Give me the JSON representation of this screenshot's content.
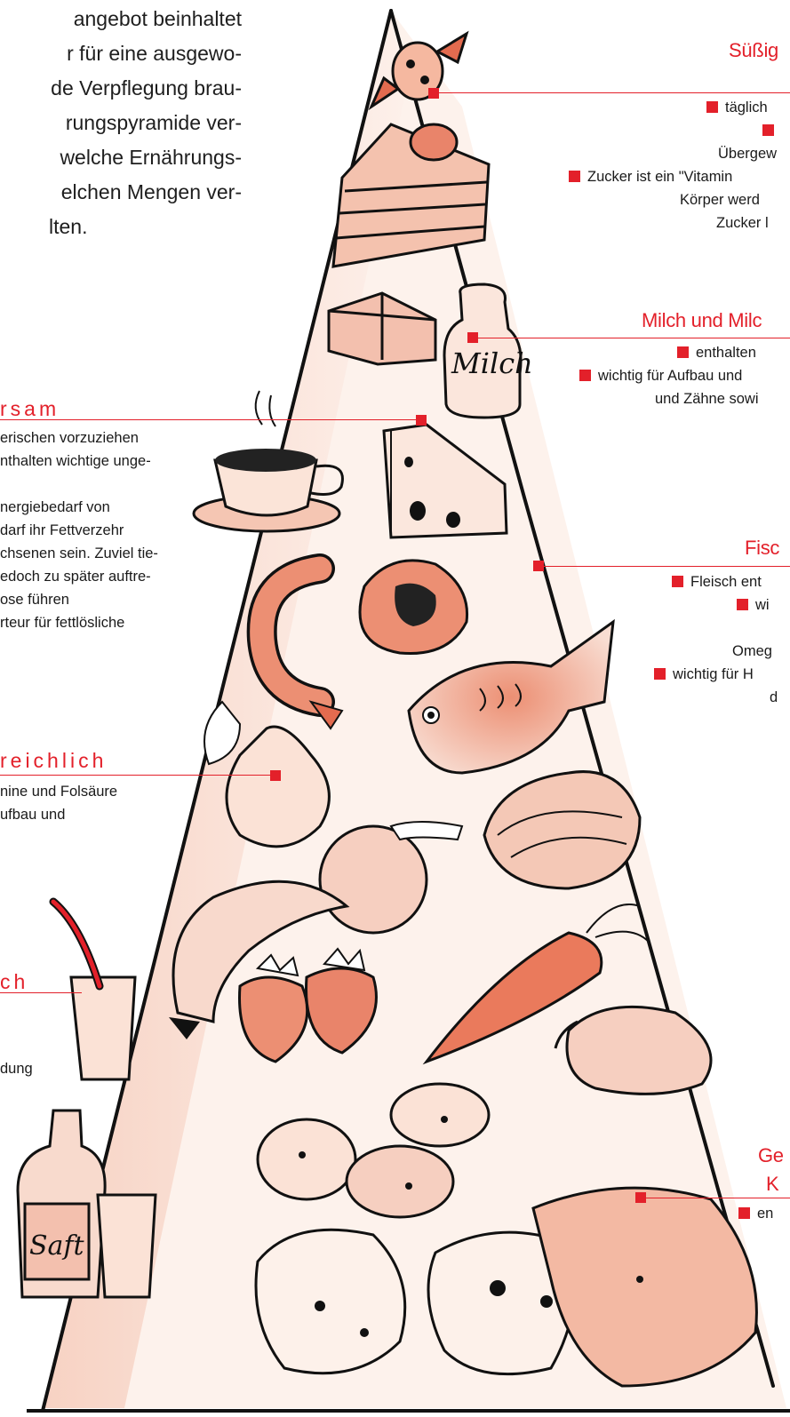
{
  "intro_lines": [
    "angebot  beinhaltet",
    "r für eine ausgewo-",
    "de Verpflegung brau-",
    "rungspyramide ver-",
    "welche  Ernährungs-",
    "elchen  Mengen  ver-",
    "lten."
  ],
  "labels": {
    "suessig": {
      "title": "Süßig",
      "lines": [
        "täglich",
        "",
        "Übergew",
        "Zucker ist ein \"Vitamin",
        "Körper werd",
        "Zucker l"
      ]
    },
    "milch": {
      "title": "Milch und Milc",
      "lines": [
        "enthalten",
        "wichtig für Aufbau und",
        "und Zähne sowi"
      ]
    },
    "fett": {
      "title": "rsam",
      "lines": [
        "erischen vorzuziehen",
        "nthalten wichtige unge-",
        "",
        "nergiebedarf von",
        "darf ihr Fettverzehr",
        "chsenen sein. Zuviel tie-",
        "edoch zu später auftre-",
        "ose führen",
        "rteur für fettlösliche"
      ]
    },
    "fisch": {
      "title": "Fisc",
      "lines": [
        "Fleisch ent",
        "wi",
        "",
        "Omeg",
        "wichtig für H",
        "d"
      ]
    },
    "obst": {
      "title": "reichlich",
      "lines": [
        "nine und Folsäure",
        "ufbau und"
      ]
    },
    "getraenke": {
      "title": "ch",
      "lines": [
        "dung"
      ]
    },
    "getreide": {
      "title_lines": [
        "Ge",
        "K"
      ],
      "lines": [
        "en"
      ]
    }
  },
  "art_words": {
    "milk_bottle": "Milch",
    "juice_bottle": "Saft"
  },
  "icons": [
    "candy-icon",
    "cake-icon",
    "butter-icon",
    "milk-bottle-icon",
    "coffee-cup-icon",
    "cheese-icon",
    "sausage-icon",
    "meat-icon",
    "fish-icon",
    "pear-icon",
    "apple-icon",
    "banana-icon",
    "strawberries-icon",
    "lettuce-icon",
    "carrot-icon",
    "pepper-icon",
    "potatoes-icon",
    "bread-icon",
    "juice-glass-icon",
    "juice-bottle-icon"
  ],
  "colors": {
    "accent": "#e3202a",
    "peach": "#f3c0ae",
    "ink": "#111111"
  }
}
